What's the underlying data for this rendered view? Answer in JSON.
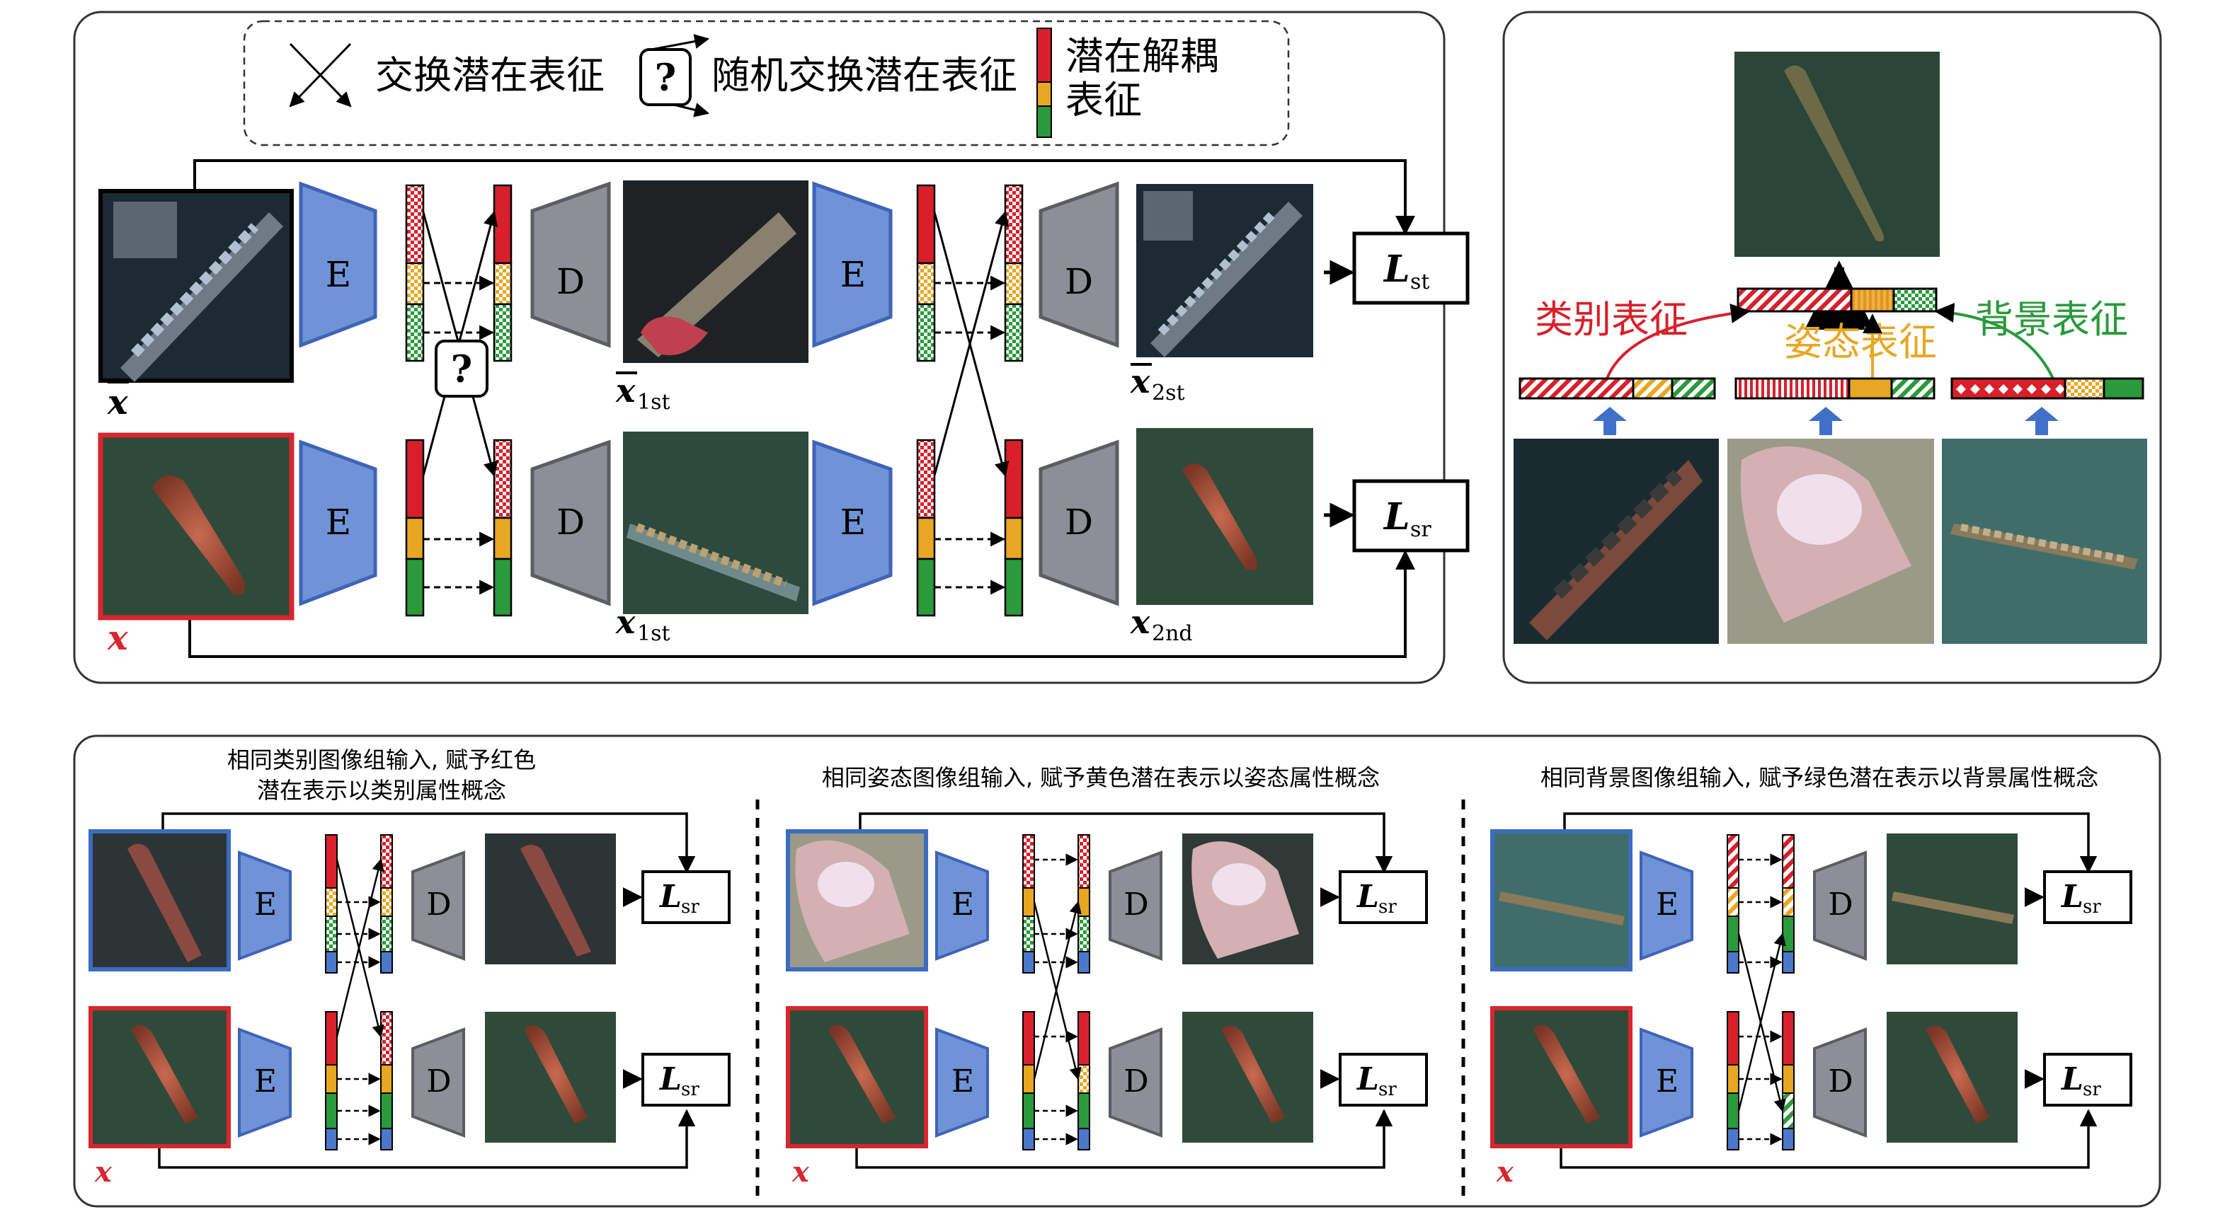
{
  "colors": {
    "red": "#d8202a",
    "yellow": "#e8a722",
    "green": "#2a9a3c",
    "blue_bar": "#4b78c8",
    "encoder": "#6f93d6",
    "decoder": "#8e8f96",
    "frame_red": "#d8262f",
    "frame_blue": "#3b6cc0",
    "arrow_blue": "#4170c8",
    "ship": "#b0503c",
    "sea": "#2f4a3a"
  },
  "legend": {
    "swap": "交换潜在表征",
    "random_swap": "随机交换潜在表征",
    "question": "?",
    "disentangled_line1": "潜在解耦",
    "disentangled_line2": "表征"
  },
  "main": {
    "encoder": "E",
    "decoder": "D",
    "loss_st_main": "L",
    "loss_st_sub": "st",
    "loss_sr_main": "L",
    "loss_sr_sub": "sr",
    "label_xbar": "x",
    "label_x": "x",
    "label_x1st_top_main": "x",
    "label_x1st_top_sub": "1st",
    "label_x2st_main": "x",
    "label_x2st_sub": "2st",
    "label_x1st_bot_main": "x",
    "label_x1st_bot_sub": "1st",
    "label_x2nd_main": "x",
    "label_x2nd_sub": "2nd"
  },
  "right_panel": {
    "label_category": "类别表征",
    "label_pose": "姿态表征",
    "label_background": "背景表征"
  },
  "bottom": {
    "panel1_caption_line1": "相同类别图像组输入, 赋予红色",
    "panel1_caption_line2": "潜在表示以类别属性概念",
    "panel2_caption": "相同姿态图像组输入, 赋予黄色潜在表示以姿态属性概念",
    "panel3_caption": "相同背景图像组输入, 赋予绿色潜在表示以背景属性概念",
    "encoder": "E",
    "decoder": "D",
    "loss_main": "L",
    "loss_sub": "sr",
    "label_x": "x"
  }
}
